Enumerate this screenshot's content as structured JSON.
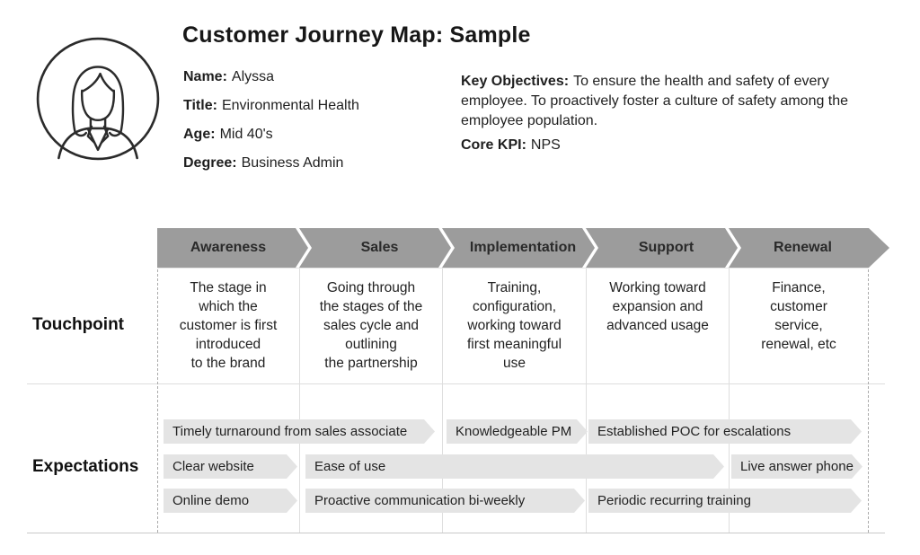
{
  "page_title": "Customer Journey Map: Sample",
  "persona": {
    "avatar_icon": "female-persona-icon",
    "fields": [
      {
        "label": "Name:",
        "value": "Alyssa"
      },
      {
        "label": "Title:",
        "value": "Environmental Health"
      },
      {
        "label": "Age:",
        "value": "Mid 40's"
      },
      {
        "label": "Degree:",
        "value": "Business Admin"
      }
    ],
    "objectives": {
      "label": "Key Objectives:",
      "text": "To ensure the health and safety of every employee. To proactively foster a culture of safety among the employee population."
    },
    "kpi": {
      "label": "Core KPI:",
      "value": "NPS"
    }
  },
  "journey": {
    "stages": [
      "Awareness",
      "Sales",
      "Implementation",
      "Support",
      "Renewal"
    ],
    "row_labels": {
      "touchpoint": "Touchpoint",
      "expectations": "Expectations"
    },
    "touchpoints": [
      "The stage in\nwhich the\ncustomer is first\nintroduced\nto the brand",
      "Going through\nthe stages of the\nsales cycle and\noutlining\nthe partnership",
      "Training,\nconfiguration,\nworking toward\nfirst meaningful\nuse",
      "Working toward\nexpansion and\nadvanced usage",
      "Finance,\ncustomer\nservice,\nrenewal, etc"
    ],
    "expectations_rows": [
      [
        "Timely turnaround from sales associate",
        "Knowledgeable PM",
        "Established POC for escalations"
      ],
      [
        "Clear website",
        "Ease of use",
        "Live answer phone"
      ],
      [
        "Online demo",
        "Proactive communication bi-weekly",
        "Periodic recurring training"
      ]
    ]
  },
  "colors": {
    "stage_band": "#9c9c9c",
    "expectation_pill": "#e4e4e4",
    "grid_line": "#dedede",
    "text": "#1f1f1f"
  }
}
